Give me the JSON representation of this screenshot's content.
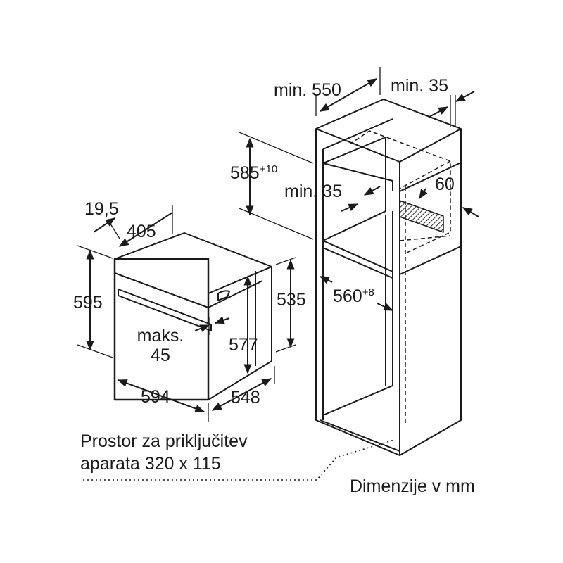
{
  "dimensions": {
    "cabinet_depth": "min. 550",
    "side_gap": "min. 35",
    "height_base": "585",
    "height_tolerance": "+10",
    "inner_gap": "min. 35",
    "vent_height": "60",
    "inner_width_base": "560",
    "inner_width_tolerance": "+8",
    "front_thickness": "19,5",
    "handle_depth": "405",
    "oven_height": "595",
    "oven_body_height": "535",
    "inner_height": "577",
    "max_label": "maks.",
    "max_value": "45",
    "oven_width": "594",
    "oven_depth": "548"
  },
  "connection_note": {
    "line1": "Prostor za priključitev",
    "line2": "aparata 320 x 115"
  },
  "units_note": "Dimenzije v mm",
  "colors": {
    "line": "#1a1a1a",
    "hatch": "#444444"
  }
}
